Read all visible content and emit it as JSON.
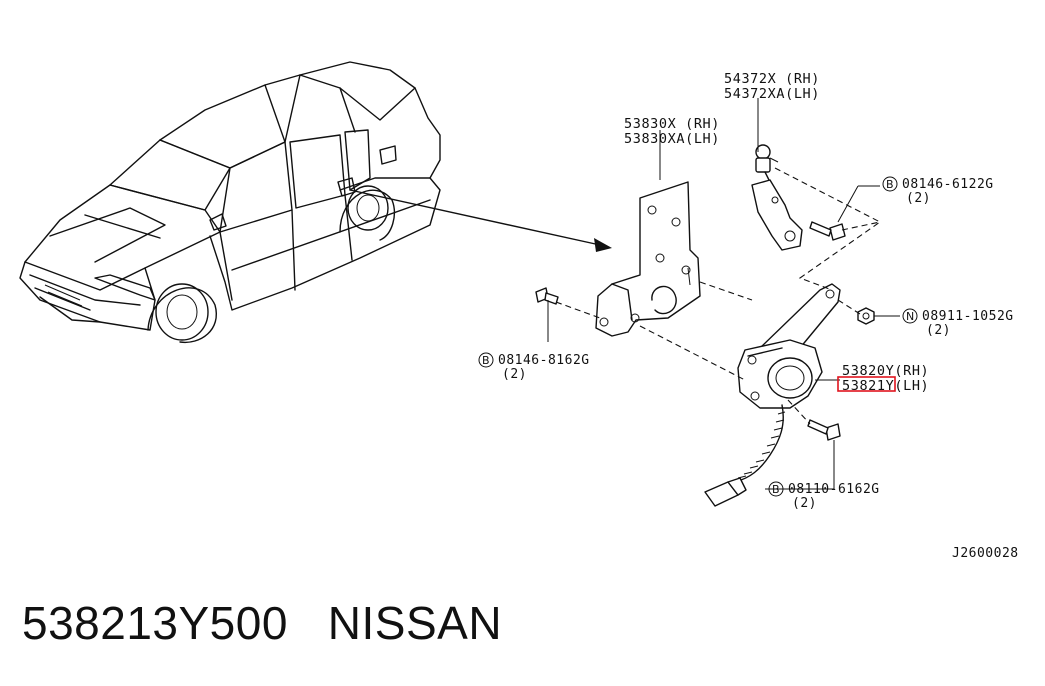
{
  "diagram_code": "J2600028",
  "caption": {
    "part_number": "538213Y500",
    "brand": "NISSAN"
  },
  "callouts": {
    "bracket": {
      "line1": "53830X (RH)",
      "line2": "53830XA(LH)"
    },
    "link_rod": {
      "line1": "54372X (RH)",
      "line2": "54372XA(LH)"
    },
    "sensor": {
      "line1": "53820Y(RH)",
      "line2": "53821Y(LH)",
      "highlight_color": "#e0141e"
    },
    "bolt_top": {
      "prefix": "B",
      "code": "08146-6122G",
      "qty": "(2)"
    },
    "nut": {
      "prefix": "N",
      "code": "08911-1052G",
      "qty": "(2)"
    },
    "bolt_left": {
      "prefix": "B",
      "code": "08146-8162G",
      "qty": "(2)"
    },
    "bolt_bottom": {
      "prefix": "B",
      "code": "08110-6162G",
      "qty": "(2)"
    }
  }
}
